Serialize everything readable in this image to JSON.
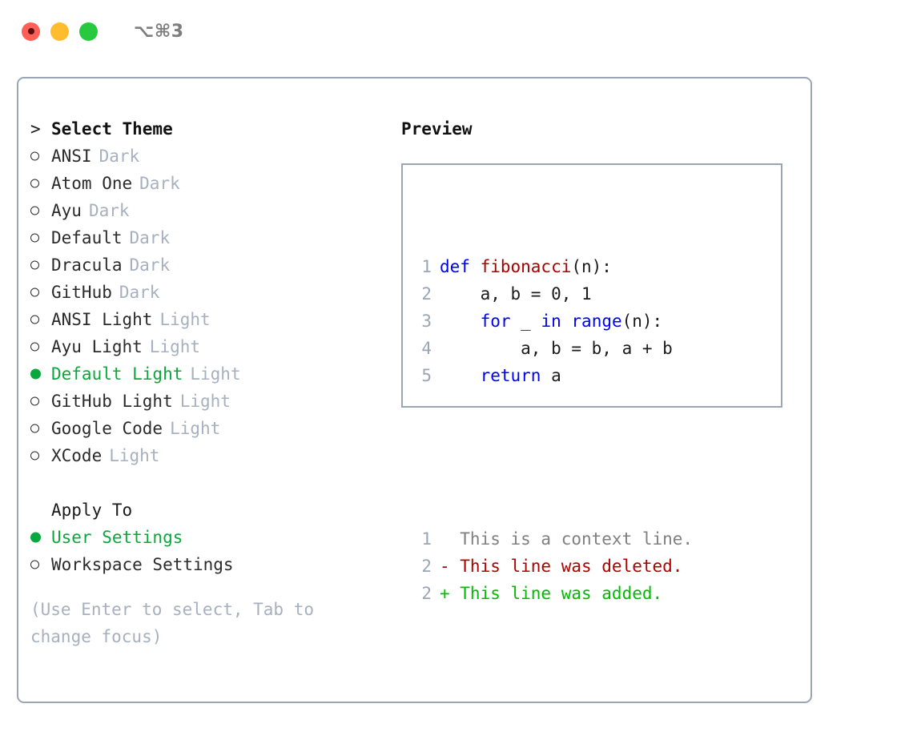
{
  "window": {
    "title": "⌥⌘3",
    "traffic_lights": [
      {
        "name": "close-button",
        "color": "#ff5f56"
      },
      {
        "name": "minimize-button",
        "color": "#ffbd2e"
      },
      {
        "name": "maximize-button",
        "color": "#27c93f"
      }
    ]
  },
  "theme_list": {
    "header_marker": ">",
    "header_label": "Select Theme",
    "items": [
      {
        "marker": "o",
        "selected": false,
        "label": "ANSI",
        "badge": "Dark"
      },
      {
        "marker": "o",
        "selected": false,
        "label": "Atom One",
        "badge": "Dark"
      },
      {
        "marker": "o",
        "selected": false,
        "label": "Ayu",
        "badge": "Dark"
      },
      {
        "marker": "o",
        "selected": false,
        "label": "Default",
        "badge": "Dark"
      },
      {
        "marker": "o",
        "selected": false,
        "label": "Dracula",
        "badge": "Dark"
      },
      {
        "marker": "o",
        "selected": false,
        "label": "GitHub",
        "badge": "Dark"
      },
      {
        "marker": "o",
        "selected": false,
        "label": "ANSI Light",
        "badge": "Light"
      },
      {
        "marker": "o",
        "selected": false,
        "label": "Ayu Light",
        "badge": "Light"
      },
      {
        "marker": "●",
        "selected": true,
        "label": "Default Light",
        "badge": "Light"
      },
      {
        "marker": "o",
        "selected": false,
        "label": "GitHub Light",
        "badge": "Light"
      },
      {
        "marker": "o",
        "selected": false,
        "label": "Google Code",
        "badge": "Light"
      },
      {
        "marker": "o",
        "selected": false,
        "label": "XCode",
        "badge": "Light"
      }
    ]
  },
  "apply_to": {
    "label": "Apply To",
    "items": [
      {
        "marker": "●",
        "selected": true,
        "label": "User Settings"
      },
      {
        "marker": "o",
        "selected": false,
        "label": "Workspace Settings"
      }
    ]
  },
  "hint": "(Use Enter to select, Tab to change focus)",
  "preview": {
    "title": "Preview",
    "code_lines": [
      {
        "no": "1",
        "segments": [
          {
            "text": "def ",
            "style": "tok-kw"
          },
          {
            "text": "fibonacci",
            "style": "tok-fn"
          },
          {
            "text": "(n):",
            "style": "tok-plain"
          }
        ]
      },
      {
        "no": "2",
        "segments": [
          {
            "text": "    a, b = 0, 1",
            "style": "tok-plain"
          }
        ]
      },
      {
        "no": "3",
        "segments": [
          {
            "text": "    ",
            "style": "tok-plain"
          },
          {
            "text": "for",
            "style": "tok-kw"
          },
          {
            "text": " _ ",
            "style": "tok-plain"
          },
          {
            "text": "in",
            "style": "tok-kw"
          },
          {
            "text": " ",
            "style": "tok-plain"
          },
          {
            "text": "range",
            "style": "tok-kw"
          },
          {
            "text": "(n):",
            "style": "tok-plain"
          }
        ]
      },
      {
        "no": "4",
        "segments": [
          {
            "text": "        a, b = b, a + b",
            "style": "tok-plain"
          }
        ]
      },
      {
        "no": "5",
        "segments": [
          {
            "text": "    ",
            "style": "tok-plain"
          },
          {
            "text": "return",
            "style": "tok-kw"
          },
          {
            "text": " a",
            "style": "tok-plain"
          }
        ]
      }
    ],
    "diff_lines": [
      {
        "no": "1",
        "text": "  This is a context line.",
        "style": "diff-ctx"
      },
      {
        "no": "2",
        "text": "- This line was deleted.",
        "style": "diff-del"
      },
      {
        "no": "2",
        "text": "+ This line was added.",
        "style": "diff-add"
      }
    ]
  },
  "colors": {
    "accent_green": "#0aa83c",
    "border": "#9aa5b5",
    "muted": "#a6b0bf",
    "keyword_blue": "#0000ff",
    "function_red": "#aa0000",
    "diff_delete": "#b00000",
    "diff_add": "#00bb00",
    "context_gray": "#808080"
  }
}
